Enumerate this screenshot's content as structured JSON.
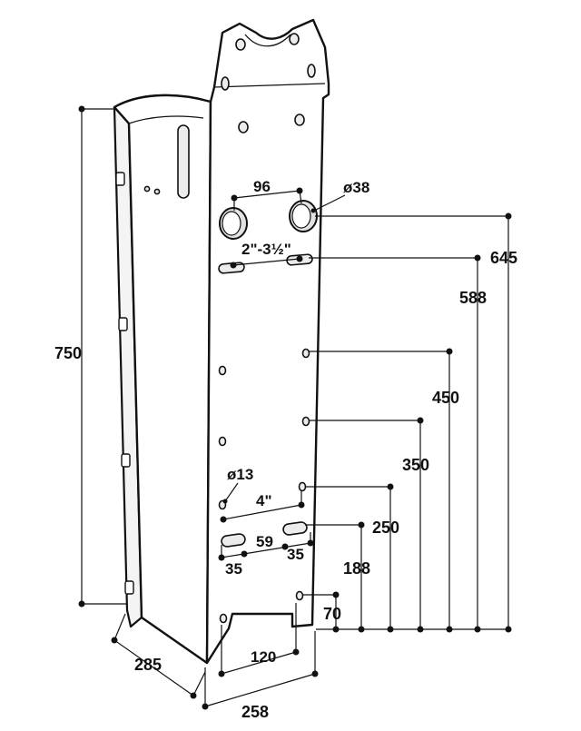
{
  "drawing": {
    "dimensions": {
      "total_height": "750",
      "depth": "285",
      "width": "258",
      "cutout_width": "120",
      "hole_spacing": "96",
      "hole_diameter": "ø38",
      "slot_range": "2\"-3½\"",
      "h_645": "645",
      "h_588": "588",
      "h_450": "450",
      "h_350": "350",
      "h_250": "250",
      "h_188": "188",
      "h_70": "70",
      "small_hole": "ø13",
      "four_inch": "4\"",
      "slot_gap": "59",
      "slot_left": "35",
      "slot_right": "35"
    }
  }
}
